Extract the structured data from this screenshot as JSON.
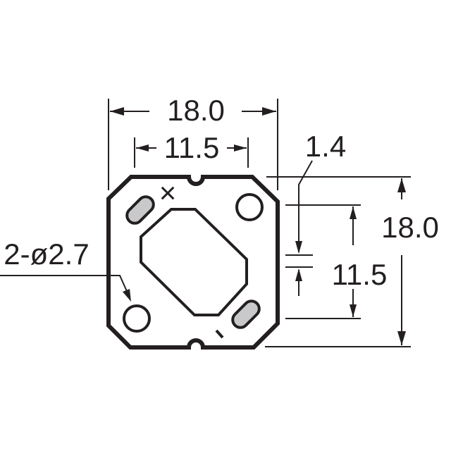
{
  "colors": {
    "outline": "#231f20",
    "pad_fill": "#c9c9cb",
    "background": "#ffffff"
  },
  "dimensions": {
    "outer_width": "18.0",
    "inner_width": "11.5",
    "gap": "1.4",
    "outer_height": "18.0",
    "inner_height": "11.5",
    "hole_callout": "2-ø2.7"
  },
  "marks": {
    "cross": "×",
    "dash": "ı"
  }
}
